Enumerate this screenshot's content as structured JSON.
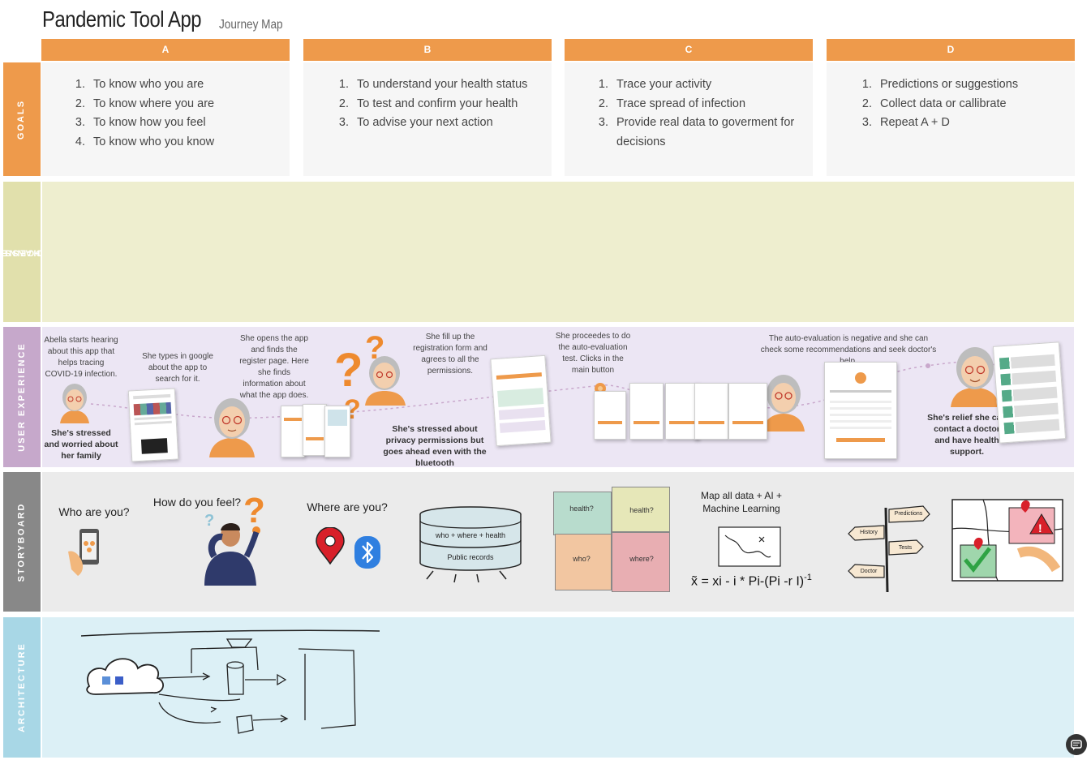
{
  "header": {
    "title": "Pandemic Tool App",
    "subtitle": "Journey Map"
  },
  "columns": [
    {
      "label": "A",
      "goals": [
        "To know who you are",
        "To know where you are",
        "To know how you feel",
        "To know who you know"
      ]
    },
    {
      "label": "B",
      "goals": [
        "To understand your health status",
        "To test and confirm your health",
        "To advise your next action"
      ]
    },
    {
      "label": "C",
      "goals": [
        "Trace your activity",
        "Trace spread of infection",
        "Provide real data to goverment for decisions"
      ]
    },
    {
      "label": "D",
      "goals": [
        "Predictions or suggestions",
        "Collect data or callibrate",
        "Repeat A + D"
      ]
    }
  ],
  "rows": {
    "goals": "GOALS",
    "channels_line1": "CHANNELS",
    "channels_line2": "&PROCESSES",
    "user_experience": "USER EXPERIENCE",
    "storyboard": "STORYBOARD",
    "architecture": "ARCHITECTURE"
  },
  "colors": {
    "goals": "#ee9a4b",
    "channels": "#e1e0ac",
    "channels_bg": "#eeeecf",
    "ux": "#c6a8cb",
    "ux_bg": "#ece6f4",
    "storyboard": "#888888",
    "storyboard_bg": "#ebebeb",
    "architecture": "#a8d7e6",
    "architecture_bg": "#dcf0f6"
  },
  "ux": {
    "t1": "Abella starts hearing about this app that helps tracing COVID-19 infection.",
    "t1b": "She's stressed and worried about her family",
    "t2": "She types in google about the app to search for it.",
    "t3": "She opens the app and finds the register page. Here she finds information about what the app does.",
    "t4": "She fill up the registration form and agrees to all the permissions.",
    "t4b": "She's stressed about privacy permissions but goes ahead even with the bluetooth",
    "t5": "She proceedes to do the auto-evaluation test. Clicks in the main button",
    "t6": "The auto-evaluation is negative and she can check some recommendations and seek doctor's help.",
    "t7": "She's relief she can contact a doctor and have health support."
  },
  "storyboard": {
    "who": "Who are you?",
    "how": "How do you feel?",
    "where": "Where are you?",
    "db1": "who + where + health",
    "db2": "Public records",
    "p1": "health?",
    "p2": "health?",
    "p3": "who?",
    "p4": "where?",
    "ml": "Map all data + AI + Machine Learning",
    "formula": "x̃ = xi - i * Pi-(Pi -r I)",
    "formula_sup": "-1",
    "sign1": "Predictions",
    "sign2": "History",
    "sign3": "Tests",
    "sign4": "Doctor"
  }
}
